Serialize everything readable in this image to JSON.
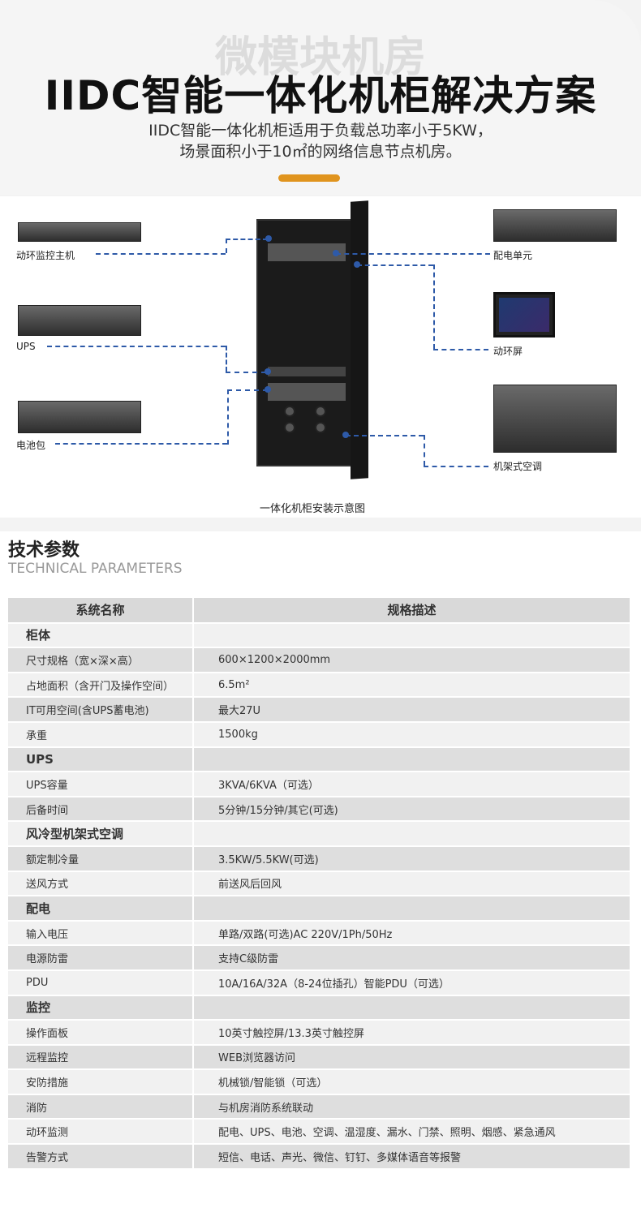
{
  "hero": {
    "watermark": "微模块机房",
    "title": "IIDC智能一体化机柜解决方案",
    "subtitle_line1": "IIDC智能一体化机柜适用于负载总功率小于5KW，",
    "subtitle_line2": "场景面积小于10㎡的网络信息节点机房。"
  },
  "diagram": {
    "caption": "一体化机柜安装示意图",
    "labels": {
      "monitor_host": "动环监控主机",
      "ups": "UPS",
      "battery": "电池包",
      "pdu": "配电单元",
      "screen": "动环屏",
      "ac": "机架式空调"
    },
    "line_color": "#2e5aa8"
  },
  "tech": {
    "title": "技术参数",
    "subtitle": "TECHNICAL PARAMETERS",
    "headers": [
      "系统名称",
      "规格描述"
    ],
    "rows": [
      {
        "type": "cat",
        "name": "柜体"
      },
      {
        "name": "尺寸规格（宽×深×高）",
        "value": "600×1200×2000mm"
      },
      {
        "name": "占地面积（含开门及操作空间）",
        "value": "6.5m²"
      },
      {
        "name": "IT可用空间(含UPS蓄电池)",
        "value": "最大27U"
      },
      {
        "name": "承重",
        "value": "1500kg"
      },
      {
        "type": "cat",
        "name": "UPS"
      },
      {
        "name": "UPS容量",
        "value": "3KVA/6KVA（可选）"
      },
      {
        "name": "后备时间",
        "value": "5分钟/15分钟/其它(可选)"
      },
      {
        "type": "cat",
        "name": "风冷型机架式空调"
      },
      {
        "name": "额定制冷量",
        "value": "3.5KW/5.5KW(可选)"
      },
      {
        "name": "送风方式",
        "value": "前送风后回风"
      },
      {
        "type": "cat",
        "name": "配电"
      },
      {
        "name": "输入电压",
        "value": "单路/双路(可选)AC 220V/1Ph/50Hz"
      },
      {
        "name": "电源防雷",
        "value": "支持C级防雷"
      },
      {
        "name": "PDU",
        "value": "10A/16A/32A（8-24位插孔）智能PDU（可选）"
      },
      {
        "type": "cat",
        "name": "监控"
      },
      {
        "name": "操作面板",
        "value": "10英寸触控屏/13.3英寸触控屏"
      },
      {
        "name": "远程监控",
        "value": "WEB浏览器访问"
      },
      {
        "name": "安防措施",
        "value": "机械锁/智能锁（可选）"
      },
      {
        "name": "消防",
        "value": "与机房消防系统联动"
      },
      {
        "name": "动环监测",
        "value": "配电、UPS、电池、空调、温湿度、漏水、门禁、照明、烟感、紧急通风"
      },
      {
        "name": "告警方式",
        "value": "短信、电话、声光、微信、钉钉、多媒体语音等报警"
      }
    ]
  }
}
